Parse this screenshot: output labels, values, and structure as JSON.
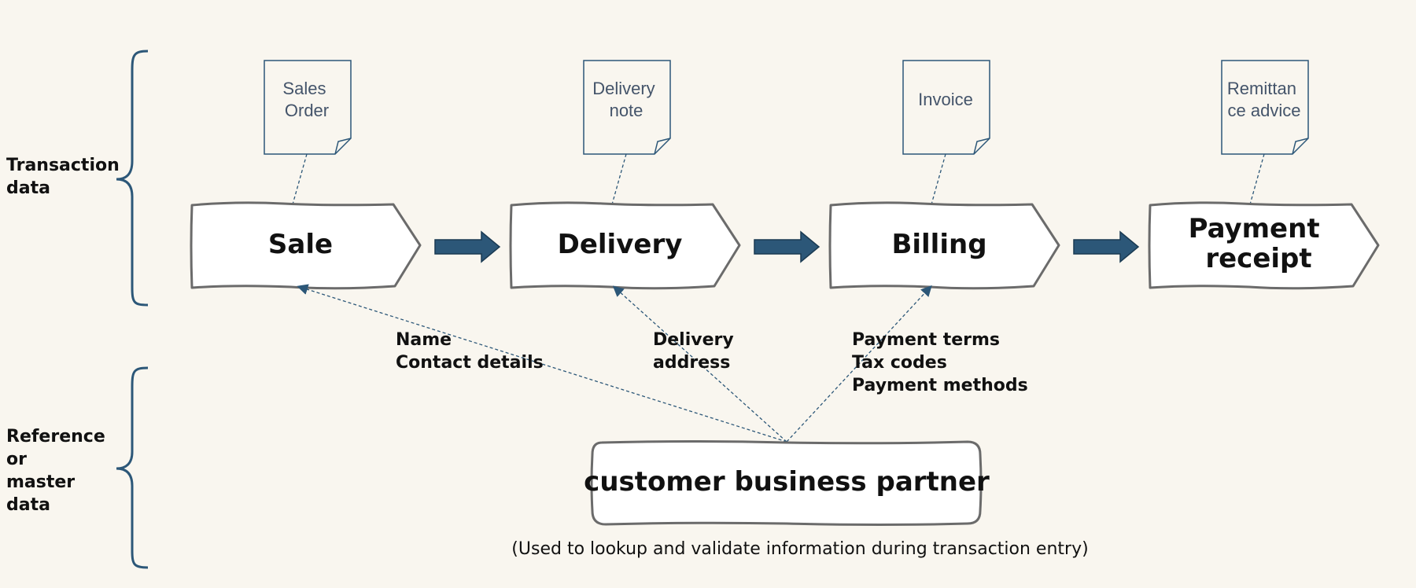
{
  "sections": {
    "transaction": [
      "Transaction",
      "data"
    ],
    "reference": [
      "Reference",
      "or",
      "master",
      "data"
    ]
  },
  "documents": [
    {
      "lines": [
        "Sales",
        "Order"
      ]
    },
    {
      "lines": [
        "Delivery",
        "note"
      ]
    },
    {
      "lines": [
        "Invoice"
      ]
    },
    {
      "lines": [
        "Remittan",
        "ce advice"
      ]
    }
  ],
  "steps": [
    {
      "lines": [
        "Sale"
      ]
    },
    {
      "lines": [
        "Delivery"
      ]
    },
    {
      "lines": [
        "Billing"
      ]
    },
    {
      "lines": [
        "Payment",
        "receipt"
      ]
    }
  ],
  "attributes": [
    {
      "lines": [
        "Name",
        "Contact details"
      ]
    },
    {
      "lines": [
        "Delivery",
        "address"
      ]
    },
    {
      "lines": [
        "Payment terms",
        "Tax codes",
        "Payment methods"
      ]
    }
  ],
  "partner": {
    "label": "customer business partner",
    "caption": "(Used to lookup and validate information during transaction entry)"
  },
  "colors": {
    "background": "#f9f6ef",
    "accent": "#2c5778",
    "doc_border": "#2c5778",
    "shape_border": "#6b6b6b"
  }
}
